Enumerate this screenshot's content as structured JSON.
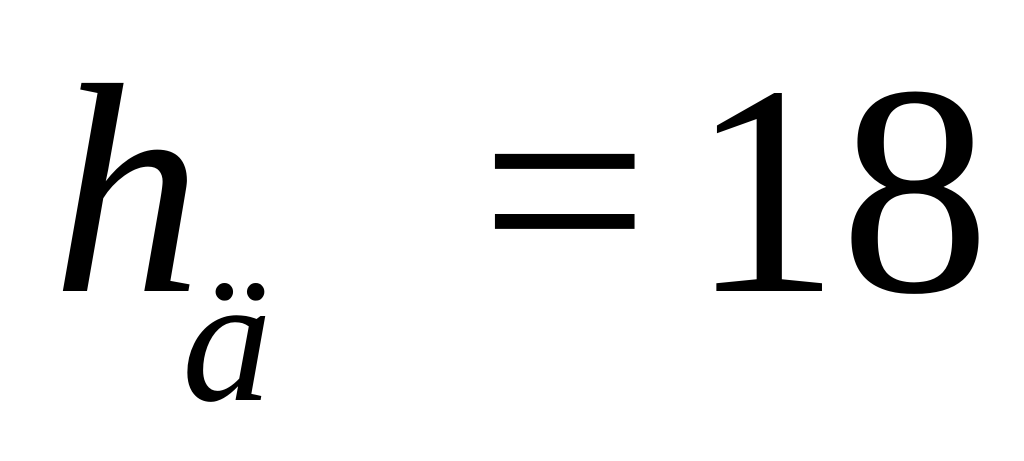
{
  "equation": {
    "variable": "h",
    "subscript": "ä",
    "operator": "=",
    "value": "18"
  }
}
